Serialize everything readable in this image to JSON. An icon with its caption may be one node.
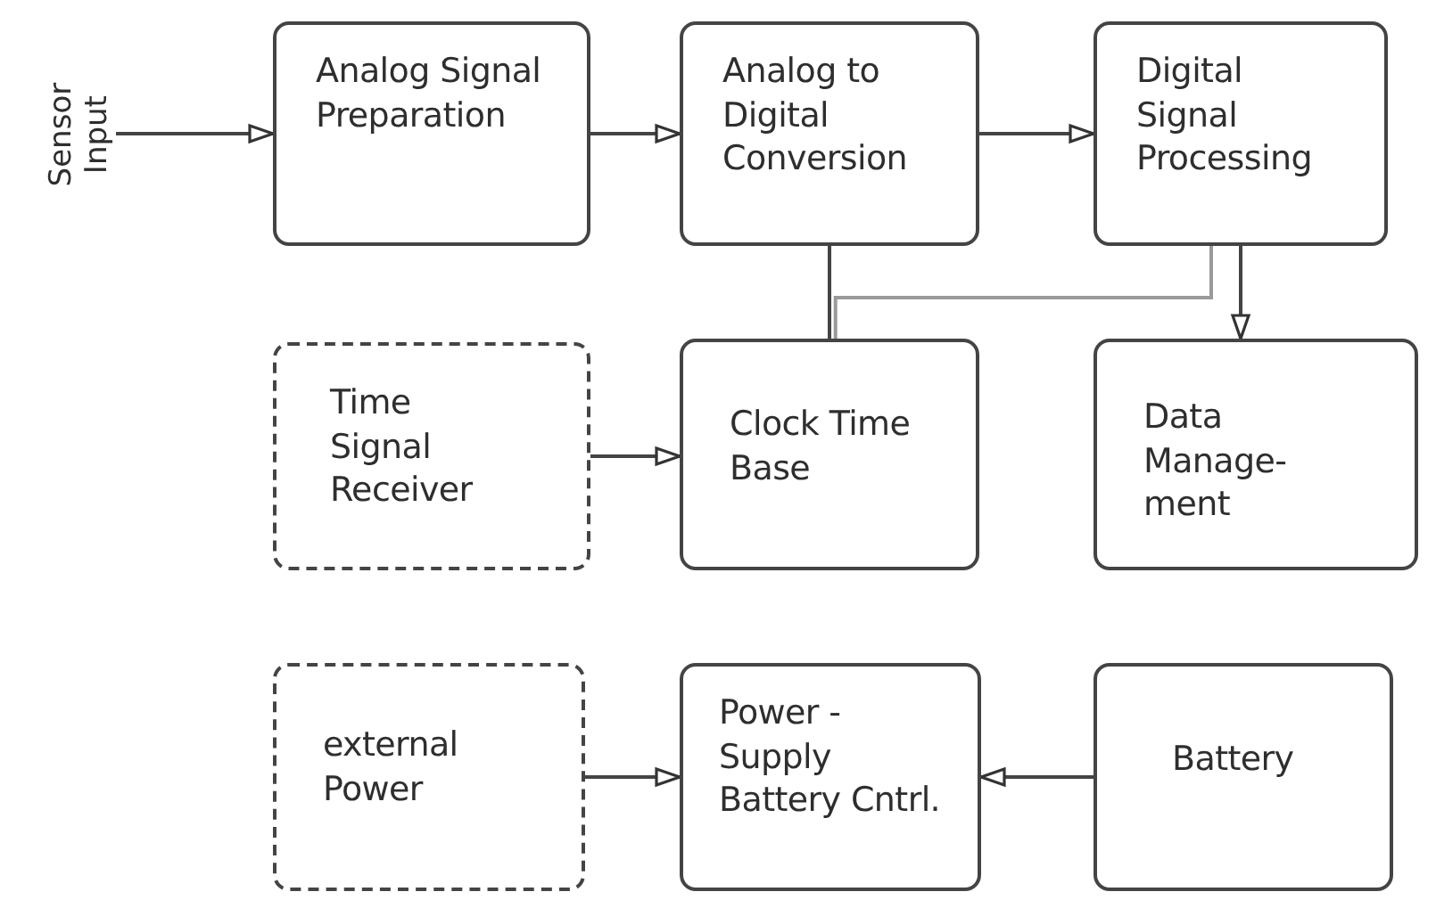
{
  "diagram": {
    "nodes": [
      {
        "text": [
          "Sensor Input"
        ]
      },
      {
        "text": [
          "Analog Signal Preparation"
        ]
      },
      {
        "text": [
          "Analog to Digital Conversion"
        ]
      },
      {
        "text": [
          "Digital Signal Processing"
        ]
      },
      {
        "text": [
          "Time Signal Receiver"
        ]
      },
      {
        "text": [
          "Clock Time Base"
        ]
      },
      {
        "text": [
          "Data Manage- ment"
        ]
      },
      {
        "text": [
          "external Power"
        ]
      },
      {
        "text": [
          "Power - Supply Battery Cntrl."
        ]
      },
      {
        "text": [
          "Battery"
        ]
      }
    ],
    "edges": [
      {
        "from": 0,
        "to": 1,
        "arrow": "to"
      },
      {
        "from": 1,
        "to": 2,
        "arrow": "to"
      },
      {
        "from": 2,
        "to": 3,
        "arrow": "to"
      },
      {
        "from": 3,
        "to": 6,
        "arrow": "to"
      },
      {
        "from": 4,
        "to": 5,
        "arrow": "to"
      },
      {
        "from": 5,
        "to": 2,
        "arrow": "none"
      },
      {
        "from": 3,
        "to": 5,
        "arrow": "none",
        "color": "#9a9a9a"
      },
      {
        "from": 7,
        "to": 8,
        "arrow": "to"
      },
      {
        "from": 9,
        "to": 8,
        "arrow": "to"
      }
    ]
  }
}
